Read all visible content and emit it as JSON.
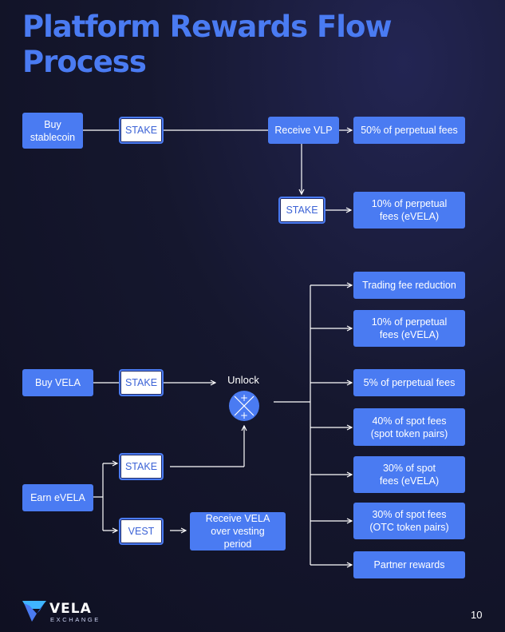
{
  "title": "Platform Rewards Flow Process",
  "colors": {
    "accent": "#4a7bf2",
    "background": "#15172e",
    "stake_box": "#ffffff"
  },
  "flow1": {
    "buy_stablecoin": "Buy stablecoin",
    "stake": "STAKE",
    "receive_vlp": "Receive VLP",
    "fees_50": "50% of perpetual fees",
    "stake2": "STAKE",
    "fees_10_evela": "10% of perpetual fees (eVELA)"
  },
  "flow2": {
    "buy_vela": "Buy VELA",
    "stake": "STAKE",
    "unlock": "Unlock",
    "earn_evela": "Earn eVELA",
    "stake2": "STAKE",
    "vest": "VEST",
    "receive_vela": "Receive VELA over vesting period",
    "rewards": [
      "Trading fee reduction",
      "10% of perpetual fees (eVELA)",
      "5% of perpetual fees",
      "40% of spot fees (spot token pairs)",
      "30% of spot fees (eVELA)",
      "30% of spot fees (OTC token pairs)",
      "Partner rewards"
    ]
  },
  "logo": {
    "name": "VELA",
    "sub": "EXCHANGE",
    "icon": "vela-logo-icon"
  },
  "page_number": "10"
}
